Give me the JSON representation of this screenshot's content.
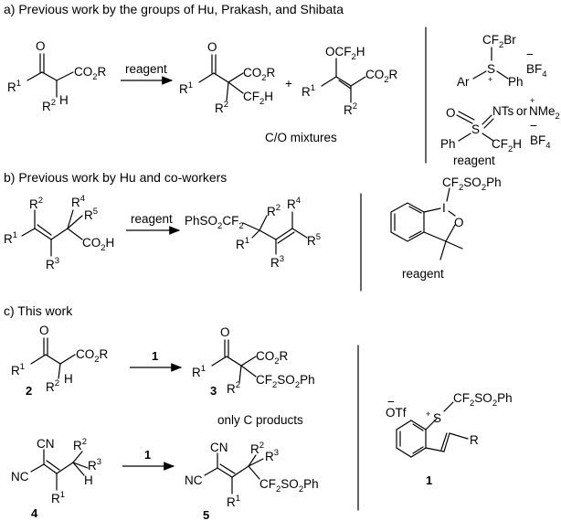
{
  "sections": {
    "a": {
      "header": "a) Previous work by the groups of Hu, Prakash, and Shibata",
      "arrow_label": "reagent",
      "plus": "+",
      "caption": "C/O mixtures",
      "reagent_caption": "reagent",
      "reagent_or": "or"
    },
    "b": {
      "header": "b) Previous work by Hu and co-workers",
      "arrow_label": "reagent",
      "reagent_caption": "reagent"
    },
    "c": {
      "header": "c) This work",
      "arrow_label_1": "1",
      "arrow_label_2": "1",
      "caption": "only C products",
      "compounds": [
        "2",
        "3",
        "4",
        "5",
        "1"
      ]
    }
  },
  "atoms": {
    "O": "O",
    "R": "R",
    "H": "H",
    "CN": "CN",
    "NC": "NC",
    "Ar": "Ar",
    "Ph": "Ph",
    "S": "S",
    "I": "I",
    "Tf": "Tf",
    "NTs": "NTs",
    "NMe": "NMe",
    "CO": "CO",
    "CF": "CF",
    "Br": "Br",
    "BF": "BF",
    "OCF": "OCF",
    "PhSO": "PhSO",
    "SO": "SO",
    "plus": "+",
    "minus": "−",
    "s1": "1",
    "s2": "2",
    "s3": "3",
    "s4": "4",
    "s5": "5"
  }
}
